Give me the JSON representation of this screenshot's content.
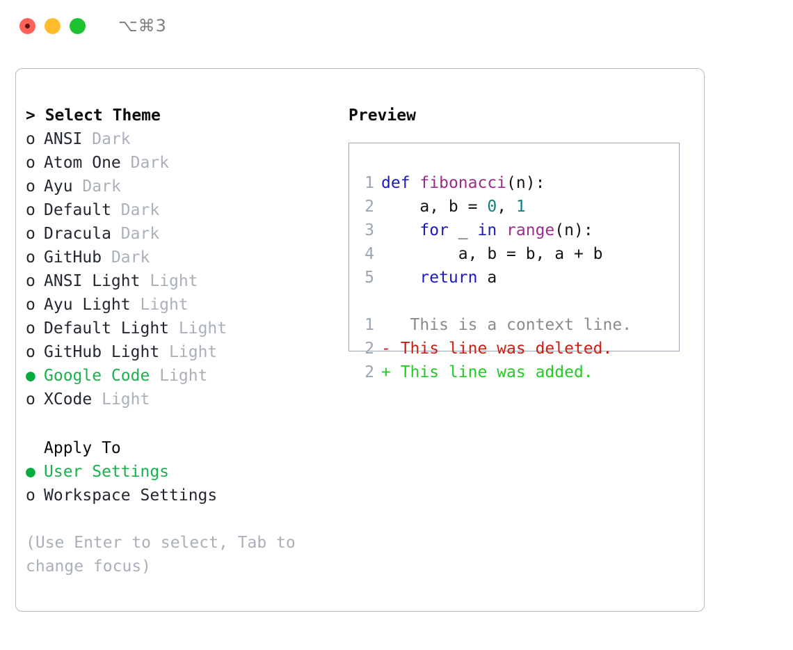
{
  "titlebar": {
    "shortcut": "⌥⌘3",
    "buttons": [
      "close",
      "minimize",
      "maximize"
    ]
  },
  "theme_picker": {
    "header": "> Select Theme",
    "marker_unselected": "o",
    "marker_selected": "●",
    "items": [
      {
        "marker": "o",
        "name": "ANSI",
        "kind": "Dark",
        "selected": false
      },
      {
        "marker": "o",
        "name": "Atom One",
        "kind": "Dark",
        "selected": false
      },
      {
        "marker": "o",
        "name": "Ayu",
        "kind": "Dark",
        "selected": false
      },
      {
        "marker": "o",
        "name": "Default",
        "kind": "Dark",
        "selected": false
      },
      {
        "marker": "o",
        "name": "Dracula",
        "kind": "Dark",
        "selected": false
      },
      {
        "marker": "o",
        "name": "GitHub",
        "kind": "Dark",
        "selected": false
      },
      {
        "marker": "o",
        "name": "ANSI Light",
        "kind": "Light",
        "selected": false
      },
      {
        "marker": "o",
        "name": "Ayu Light",
        "kind": "Light",
        "selected": false
      },
      {
        "marker": "o",
        "name": "Default Light",
        "kind": "Light",
        "selected": false
      },
      {
        "marker": "o",
        "name": "GitHub Light",
        "kind": "Light",
        "selected": false
      },
      {
        "marker": "●",
        "name": "Google Code",
        "kind": "Light",
        "selected": true
      },
      {
        "marker": "o",
        "name": "XCode",
        "kind": "Light",
        "selected": false
      }
    ]
  },
  "apply_to": {
    "header": "Apply To",
    "items": [
      {
        "marker": "●",
        "name": "User Settings",
        "selected": true
      },
      {
        "marker": "o",
        "name": "Workspace Settings",
        "selected": false
      }
    ]
  },
  "hint": "(Use Enter to select, Tab to\nchange focus)",
  "preview": {
    "title": "Preview",
    "code_lines": [
      {
        "no": "1",
        "tokens": [
          {
            "t": "def",
            "c": "kw"
          },
          {
            "t": " ",
            "c": "plain"
          },
          {
            "t": "fibonacci",
            "c": "fn"
          },
          {
            "t": "(n):",
            "c": "punc"
          }
        ]
      },
      {
        "no": "2",
        "tokens": [
          {
            "t": "    a, b = ",
            "c": "plain"
          },
          {
            "t": "0",
            "c": "num"
          },
          {
            "t": ", ",
            "c": "plain"
          },
          {
            "t": "1",
            "c": "num"
          }
        ]
      },
      {
        "no": "3",
        "tokens": [
          {
            "t": "    ",
            "c": "plain"
          },
          {
            "t": "for",
            "c": "kw"
          },
          {
            "t": " _ ",
            "c": "plain"
          },
          {
            "t": "in",
            "c": "kw"
          },
          {
            "t": " ",
            "c": "plain"
          },
          {
            "t": "range",
            "c": "fn"
          },
          {
            "t": "(n):",
            "c": "punc"
          }
        ]
      },
      {
        "no": "4",
        "tokens": [
          {
            "t": "        a, b = b, a + b",
            "c": "plain"
          }
        ]
      },
      {
        "no": "5",
        "tokens": [
          {
            "t": "    ",
            "c": "plain"
          },
          {
            "t": "return",
            "c": "kw"
          },
          {
            "t": " a",
            "c": "plain"
          }
        ]
      }
    ],
    "diff_lines": [
      {
        "no": "1",
        "sign": " ",
        "text": "  This is a context line.",
        "kind": "context"
      },
      {
        "no": "2",
        "sign": "-",
        "text": " This line was deleted.",
        "kind": "deleted"
      },
      {
        "no": "2",
        "sign": "+",
        "text": " This line was added.",
        "kind": "added"
      }
    ]
  },
  "colors": {
    "selected_green": "#19b14a",
    "muted_gray": "#aab0ba",
    "keyword_blue": "#1a1ac0",
    "function_magenta": "#9c2b8c",
    "number_teal": "#0f7f7f",
    "diff_deleted_red": "#cc1f13",
    "diff_added_green": "#22cc22",
    "lineno_gray": "#9aa5b4",
    "panel_border": "#b3bac6"
  }
}
